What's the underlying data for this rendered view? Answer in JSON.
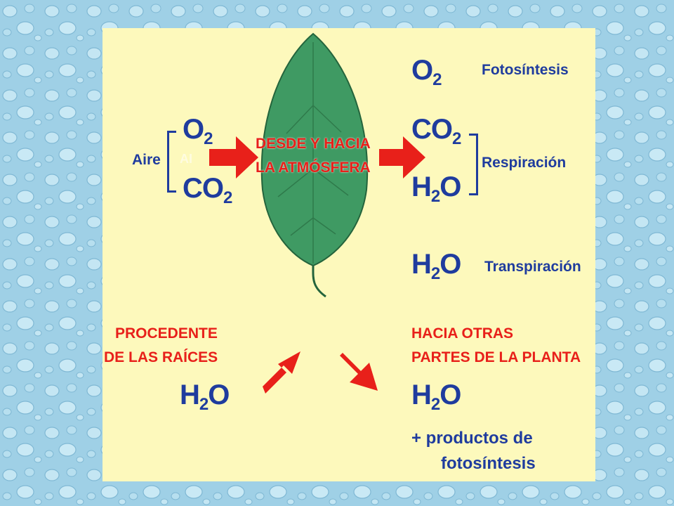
{
  "air": {
    "label": "Aire",
    "overlay": "AI",
    "o2": "O",
    "o2_sub": "2",
    "co2": "CO",
    "co2_sub": "2"
  },
  "leaf": {
    "line1": "DESDE Y HACIA",
    "line2": "LA ATMÓSFERA"
  },
  "right": {
    "o2": "O",
    "o2_sub": "2",
    "photosynthesis": "Fotosíntesis",
    "co2": "CO",
    "co2_sub": "2",
    "respiration": "Respiración",
    "h2o_resp": "H",
    "h2o_resp_sub": "2",
    "h2o_resp_o": "O",
    "h2o_trans": "H",
    "h2o_trans_sub": "2",
    "h2o_trans_o": "O",
    "transpiration": "Transpiración"
  },
  "bottom_left": {
    "line1": "PROCEDENTE",
    "line2": "DE LAS RAÍCES",
    "h": "H",
    "sub": "2",
    "o": "O"
  },
  "bottom_right": {
    "line1": "HACIA OTRAS",
    "line2": "PARTES DE LA PLANTA",
    "h": "H",
    "sub": "2",
    "o": "O",
    "products1": "+ productos de",
    "products2": "fotosíntesis"
  },
  "colors": {
    "panel": "#fdf9bc",
    "leaf": "#3f9a63",
    "arrow": "#e8201a",
    "text_blue": "#1f3c9e",
    "background": "#9fd0e6"
  }
}
